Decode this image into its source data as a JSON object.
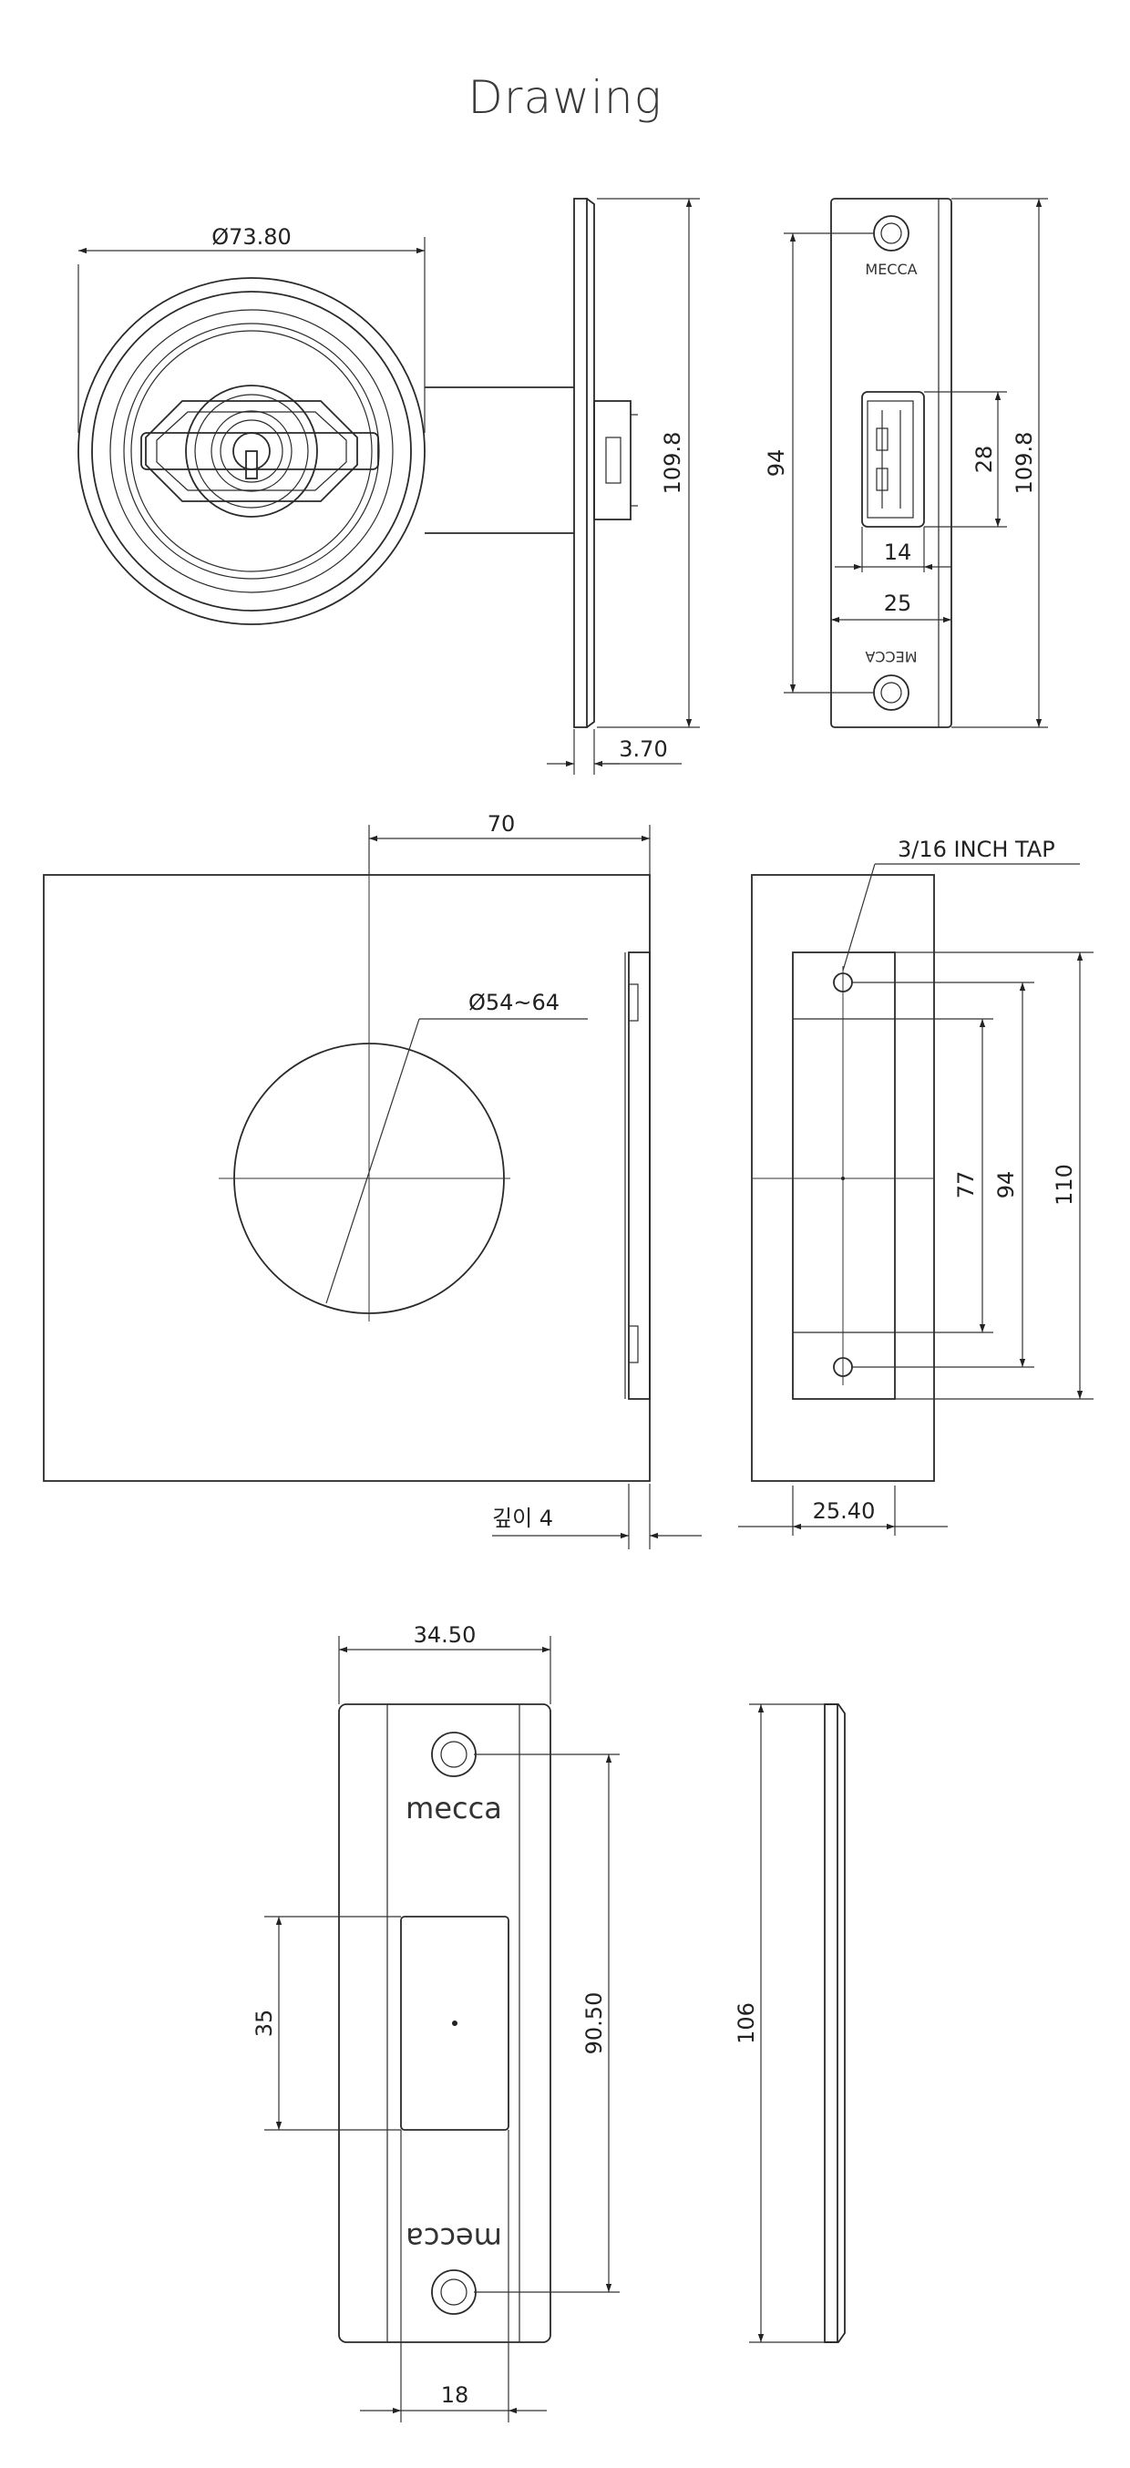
{
  "title": "Drawing",
  "views": {
    "cylinder_front": {
      "diameter": "Ø73.80"
    },
    "cylinder_side": {
      "height": "109.8",
      "thickness": "3.70"
    },
    "faceplate": {
      "logo": "MECCA",
      "hole_spacing": "94",
      "height": "109.8",
      "window_height": "28",
      "window_width": "14",
      "width": "25"
    },
    "door_front": {
      "offset": "70",
      "bore": "Ø54~64",
      "depth": "깊이 4"
    },
    "door_edge": {
      "tap": "3/16 INCH TAP",
      "d1": "77",
      "d2": "94",
      "d3": "110",
      "width": "25.40"
    },
    "strike_front": {
      "logo": "mecca",
      "width": "34.50",
      "hole_spacing": "90.50",
      "pocket_height": "35",
      "pocket_width": "18"
    },
    "strike_side": {
      "height": "106"
    }
  },
  "colors": {
    "line": "#2a2a2a",
    "text": "#222222"
  }
}
